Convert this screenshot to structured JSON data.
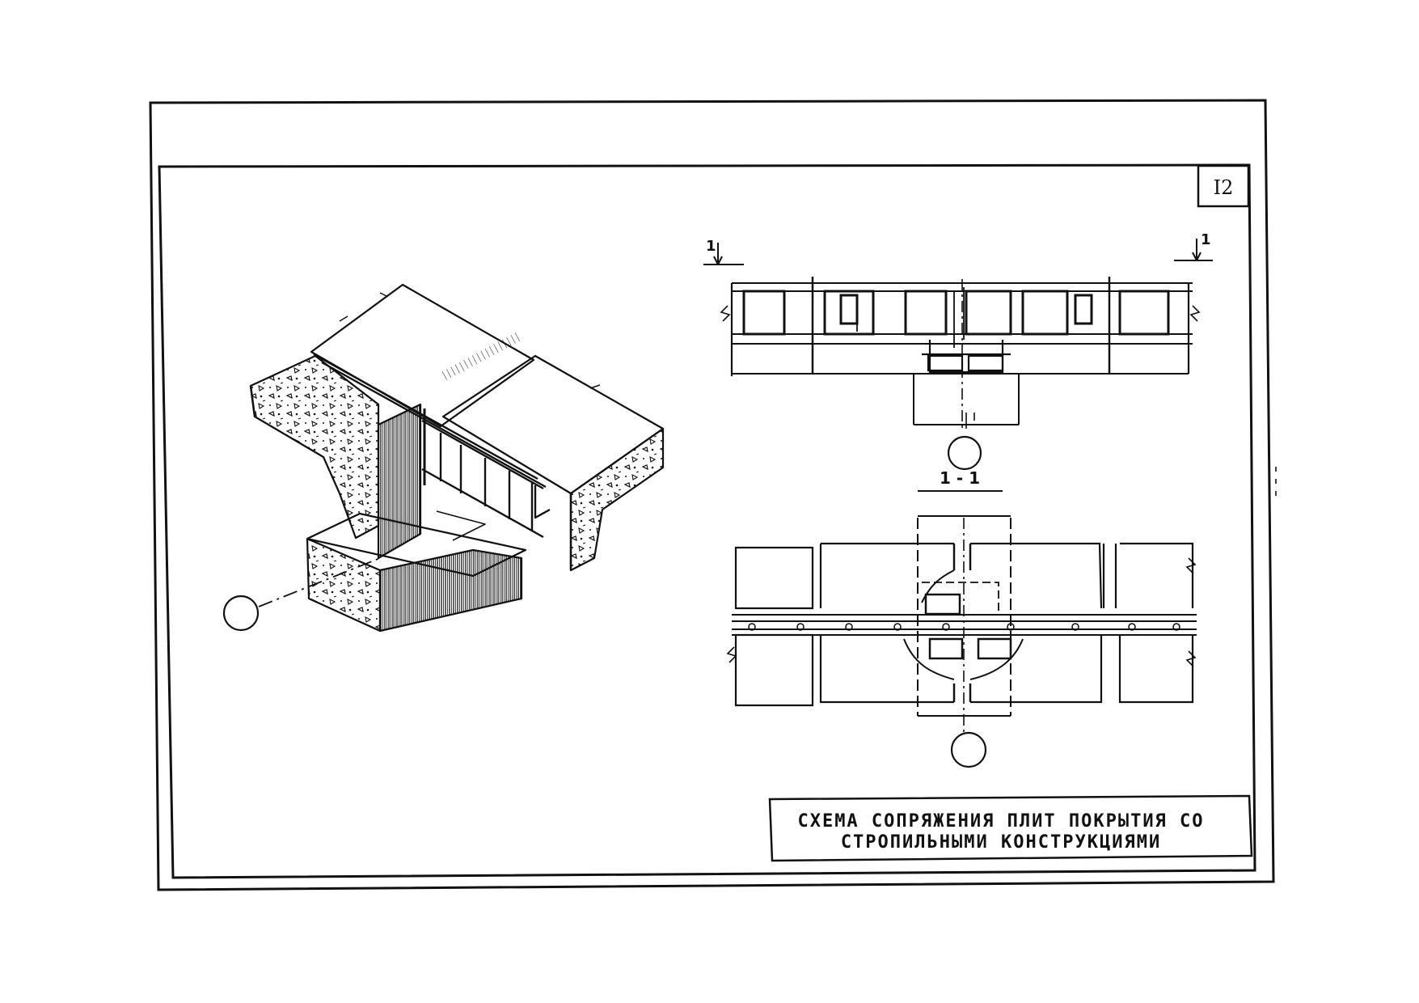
{
  "sheet": {
    "number": "I2"
  },
  "title_block": {
    "line1": "СХЕМА  СОПРЯЖЕНИЯ  ПЛИТ  ПОКРЫТИЯ  СО",
    "line2": "СТРОПИЛЬНЫМИ  КОНСТРУКЦИЯМИ"
  },
  "section": {
    "label": "1 - 1",
    "marker_left": "1",
    "marker_right": "1"
  },
  "colors": {
    "ink": "#111111",
    "paper": "#ffffff"
  }
}
